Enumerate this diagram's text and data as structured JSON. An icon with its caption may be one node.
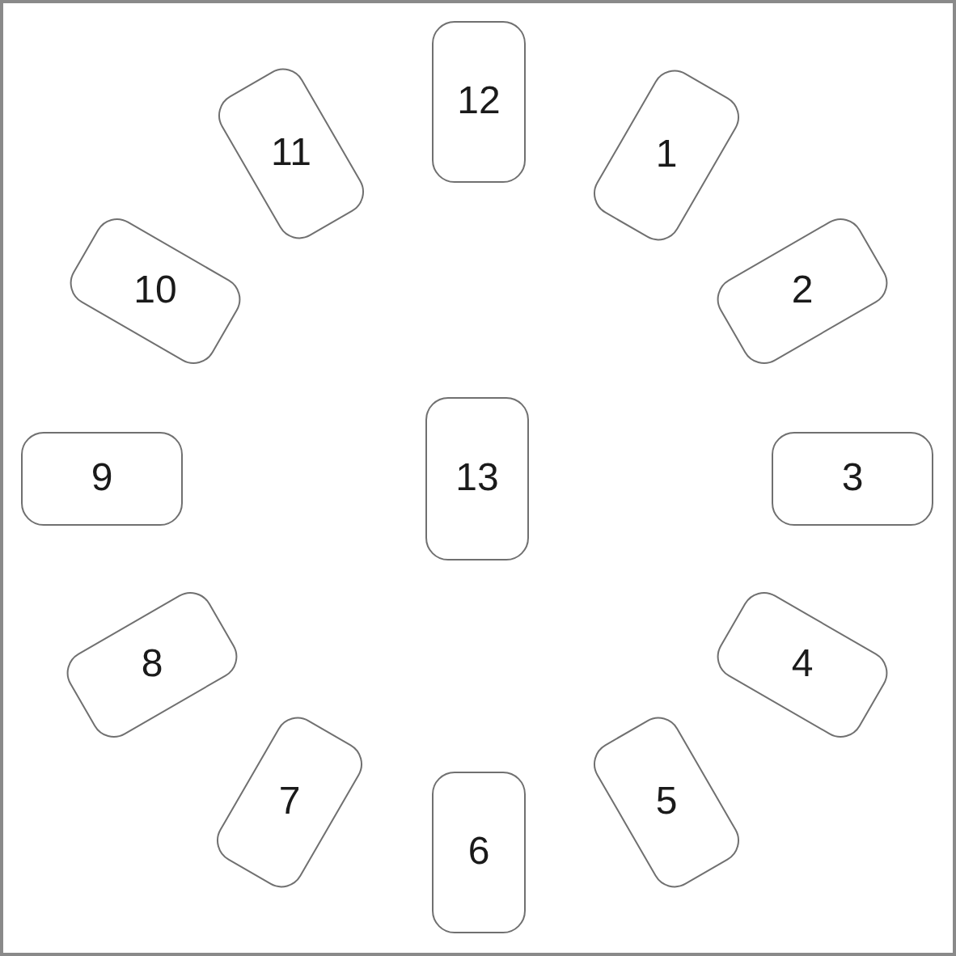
{
  "diagram": {
    "nodes": [
      {
        "text": [
          "1"
        ]
      },
      {
        "text": [
          "2"
        ]
      },
      {
        "text": [
          "3"
        ]
      },
      {
        "text": [
          "4"
        ]
      },
      {
        "text": [
          "5"
        ]
      },
      {
        "text": [
          "6"
        ]
      },
      {
        "text": [
          "7"
        ]
      },
      {
        "text": [
          "8"
        ]
      },
      {
        "text": [
          "9"
        ]
      },
      {
        "text": [
          "10"
        ]
      },
      {
        "text": [
          "11"
        ]
      },
      {
        "text": [
          "12"
        ]
      },
      {
        "text": [
          "13"
        ]
      }
    ]
  }
}
